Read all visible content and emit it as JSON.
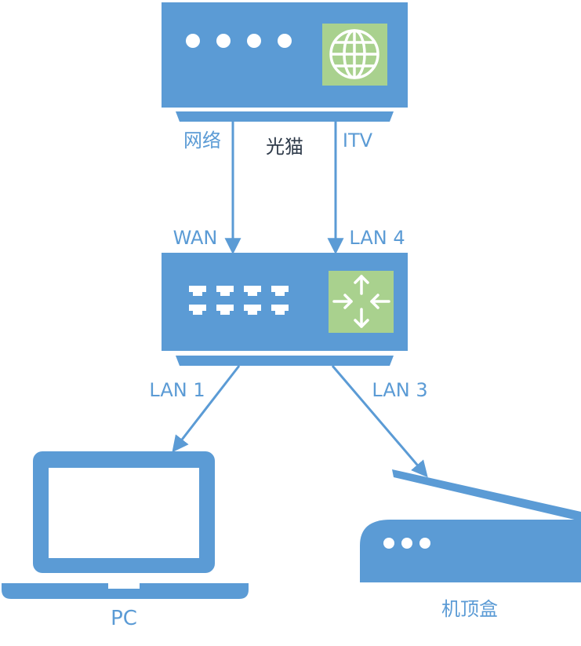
{
  "colors": {
    "device": "#5b9bd5",
    "screen": "#ffffff",
    "accent": "#a9d18e",
    "label": "#5b9bd5",
    "label_dark": "#2f3b4a"
  },
  "icons": {
    "modem": "globe-icon",
    "router": "four-way-arrows-icon"
  },
  "labels": {
    "modem_name": "光猫",
    "modem_port_net": "网络",
    "modem_port_itv": "ITV",
    "router_port_wan": "WAN",
    "router_port_lan4": "LAN 4",
    "router_port_lan1": "LAN 1",
    "router_port_lan3": "LAN 3",
    "pc_name": "PC",
    "stb_name": "机顶盒"
  }
}
